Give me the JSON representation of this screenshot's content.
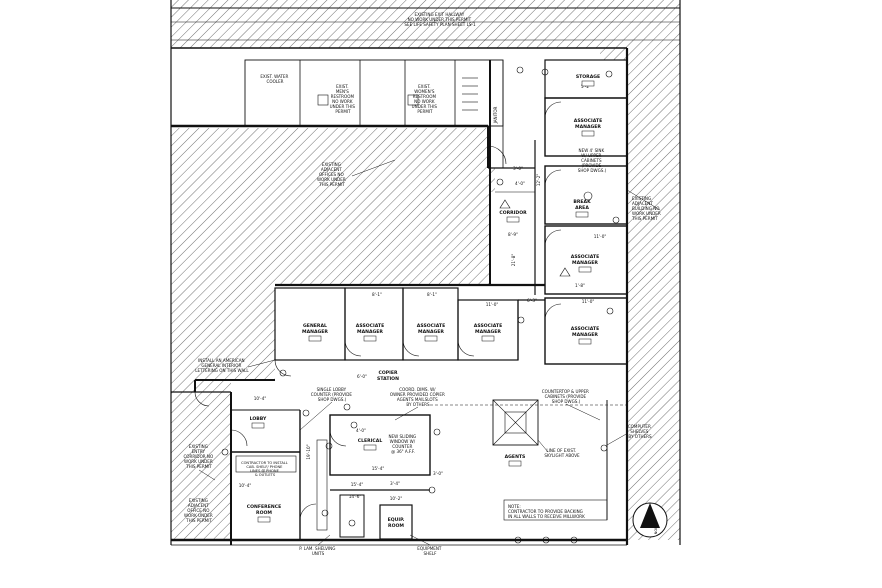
{
  "rooms": {
    "storage": "STORAGE",
    "assoc_mgr_1": [
      "ASSOCIATE",
      "MANAGER"
    ],
    "break_area": [
      "BREAK",
      "AREA"
    ],
    "corridor": "CORRIDOR",
    "assoc_mgr_2": [
      "ASSOCIATE",
      "MANAGER"
    ],
    "assoc_mgr_3": [
      "ASSOCIATE",
      "MANAGER"
    ],
    "general_manager": [
      "GENERAL",
      "MANAGER"
    ],
    "assoc_mgr_4": [
      "ASSOCIATE",
      "MANAGER"
    ],
    "assoc_mgr_5": [
      "ASSOCIATE",
      "MANAGER"
    ],
    "assoc_mgr_6": [
      "ASSOCIATE",
      "MANAGER"
    ],
    "copier_station": [
      "COPIER",
      "STATION"
    ],
    "lobby": "LOBBY",
    "clerical": "CLERICAL",
    "agents": "AGENTS",
    "conference_room": [
      "CONFERENCE",
      "ROOM"
    ],
    "equip_room": [
      "EQUIP.",
      "ROOM"
    ]
  },
  "notes": {
    "exist_hallway": [
      "EXISTING EXIT HALLWAY",
      "NO WORK UNDER THIS PERMIT",
      "SEE LIFE SAFETY PLAN SHEET LS-1"
    ],
    "exist_water_cooler": [
      "EXIST. WATER",
      "COOLER"
    ],
    "exist_mens_restroom": [
      "EXIST.",
      "MEN'S",
      "RESTROOM",
      "NO WORK",
      "UNDER THIS",
      "PERMIT"
    ],
    "exist_womens_restroom": [
      "EXIST.",
      "WOMEN'S",
      "RESTROOM",
      "NO WORK",
      "UNDER THIS",
      "PERMIT"
    ],
    "janitor": [
      "JANITOR"
    ],
    "exist_adjacent_offices": [
      "EXISTING",
      "ADJACENT",
      "OFFICES NO",
      "WORK UNDER",
      "THIS PERMIT"
    ],
    "exist_adjacent_building": [
      "EXISTING",
      "ADJACENT",
      "BUILDING NO",
      "WORK UNDER",
      "THIS PERMIT"
    ],
    "sink_cabinets": [
      "NEW 4' SINK",
      "W/ UPPER",
      "CABINETS",
      "(PROVIDE",
      "SHOP DWGS.)"
    ],
    "install_flag": [
      "INSTALL AN AMERICAN",
      "GENERAL INTERIOR",
      "LETTERING ON THIS WALL"
    ],
    "single_lobby_counter": [
      "SINGLE LOBBY",
      "COUNTER (PROVIDE",
      "SHOP DWGS.)"
    ],
    "coord_dims": [
      "COORD. DIMS. W/",
      "OWNER PROVIDED COPIER",
      "AGENTS MAILSLOTS",
      "BY OTHERS"
    ],
    "countertop_cabinets": [
      "COUNTERTOP & UPPER",
      "CABINETS (PROVIDE",
      "SHOP DWGS.)"
    ],
    "computer_shelves": [
      "COMPUTER",
      "SHELVES",
      "BY OTHERS"
    ],
    "new_sliding_window": [
      "NEW SLIDING",
      "WINDOW W/",
      "COUNTER",
      "@ 36\" A.F.F."
    ],
    "line_of_skylight": [
      "LINE OF EXIST.",
      "SKYLIGHT ABOVE"
    ],
    "existing_entry_corridor": [
      "EXISTING",
      "ENTRY",
      "CORRIDOR NO",
      "WORK UNDER",
      "THIS PERMIT"
    ],
    "existing_adjacent_office": [
      "EXISTING",
      "ADJACENT",
      "OFFICE NO",
      "WORK UNDER",
      "THIS PERMIT"
    ],
    "contractor_shelf": [
      "CONTRACTOR TO INSTALL",
      "CAB. SHELF/ PHONE",
      "LINES @ PHONE",
      "& OUTLETS"
    ],
    "contractor_note": [
      "NOTE:",
      "CONTRACTOR TO PROVIDE BACKING",
      "IN ALL WALLS TO RECEIVE MILLWORK"
    ],
    "pl_shelving": [
      "P. LAM. SHELVING",
      "UNITS"
    ],
    "equipment_shelf": [
      "EQUIPMENT",
      "SHELF"
    ],
    "north": "NORTH"
  },
  "dimensions": [
    "15'-4\"",
    "3'-4\"",
    "19'-10\"",
    "8'-9\"",
    "15'-4\"",
    "21'-8\"",
    "10'-4\"",
    "12'-2\"",
    "11'-0\"",
    "11'-0\"",
    "6'-3\"",
    "8'-1\"",
    "8'-1\"",
    "11'-0\"",
    "6'-0\"",
    "1'-8\"",
    "10'-4\"",
    "4'-0\"",
    "3'-0\"",
    "14'-6\"",
    "10'-2\"",
    "3'-0\"",
    "5'-2\"",
    "4'-0\""
  ]
}
